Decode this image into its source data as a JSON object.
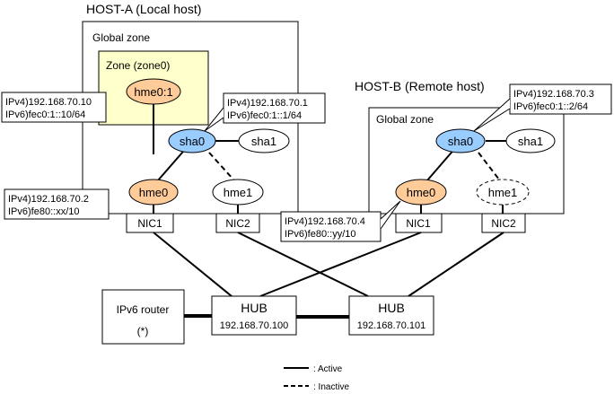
{
  "colors": {
    "zone_fill": "#ffffcc",
    "hme_fill": "#ffcc99",
    "sha_fill": "#99ccff",
    "plain_fill": "#ffffff",
    "line": "#000000"
  },
  "host_a": {
    "title": "HOST-A (Local host)",
    "global_zone_label": "Global zone",
    "zone_label": "Zone (zone0)",
    "hme0_1": {
      "label": "hme0:1",
      "ipv4": "IPv4)192.168.70.10",
      "ipv6": "IPv6)fec0:1::10/64"
    },
    "sha0": {
      "label": "sha0",
      "ipv4": "IPv4)192.168.70.1",
      "ipv6": "IPv6)fec0:1::1/64"
    },
    "sha1": {
      "label": "sha1"
    },
    "hme0": {
      "label": "hme0",
      "ipv4": "IPv4)192.168.70.2",
      "ipv6": "IPv6)fe80::xx/10"
    },
    "hme1": {
      "label": "hme1"
    },
    "nic1": "NIC1",
    "nic2": "NIC2"
  },
  "host_b": {
    "title": "HOST-B (Remote host)",
    "global_zone_label": "Global zone",
    "sha0": {
      "label": "sha0",
      "ipv4": "IPv4)192.168.70.3",
      "ipv6": "IPv6)fec0:1::2/64"
    },
    "sha1": {
      "label": "sha1"
    },
    "hme0": {
      "label": "hme0",
      "ipv4": "IPv4)192.168.70.4",
      "ipv6": "IPv6)fe80::yy/10"
    },
    "hme1": {
      "label": "hme1"
    },
    "nic1": "NIC1",
    "nic2": "NIC2"
  },
  "hub_1": {
    "label": "HUB",
    "ip": "192.168.70.100"
  },
  "hub_2": {
    "label": "HUB",
    "ip": "192.168.70.101"
  },
  "router": {
    "label": "IPv6 router",
    "note": "(*)"
  },
  "legend": {
    "active": ": Active",
    "inactive": ": Inactive"
  }
}
